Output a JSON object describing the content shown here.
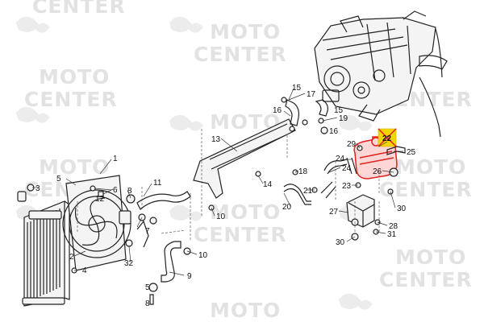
{
  "watermark": {
    "line1": "MOTO",
    "line2": "CENTER"
  },
  "highlight": {
    "part": "22",
    "color": "#e0231f",
    "marker_color": "#f6d400"
  },
  "callouts": {
    "c1": "1",
    "c2": "2",
    "c3": "3",
    "c4": "4",
    "c5": "5",
    "c6": "6",
    "c7": "7",
    "c8": "8",
    "c9": "9",
    "c10a": "10",
    "c10b": "10",
    "c11": "11",
    "c12": "12",
    "c13": "13",
    "c14": "14",
    "c15": "15",
    "c16": "16",
    "c17": "17",
    "c18": "18",
    "c19": "19",
    "c20": "20",
    "c21": "21",
    "c22": "22",
    "c23": "23",
    "c24a": "24",
    "c24b": "24",
    "c25": "25",
    "c26": "26",
    "c27": "27",
    "c28": "28",
    "c29": "29",
    "c30a": "30",
    "c30b": "30",
    "c31": "31",
    "c32": "32"
  }
}
